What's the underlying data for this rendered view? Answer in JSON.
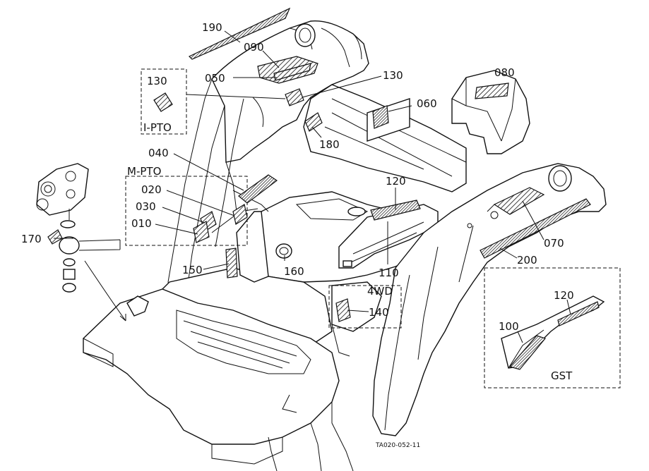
{
  "labels": {
    "l190": "190",
    "l090": "090",
    "l050": "050",
    "l130a": "130",
    "l130b": "130",
    "l080": "080",
    "l060": "060",
    "l180": "180",
    "l040": "040",
    "l020": "020",
    "l030": "030",
    "l010": "010",
    "l170": "170",
    "l150": "150",
    "l160": "160",
    "l120a": "120",
    "l110": "110",
    "l140": "140",
    "l070": "070",
    "l200": "200",
    "l120b": "120",
    "l100": "100"
  },
  "boxes": {
    "ipto": "I-PTO",
    "mpto": "M-PTO",
    "fourwd": "4WD",
    "gst": "GST"
  },
  "figure_code": "TA020-052-11"
}
